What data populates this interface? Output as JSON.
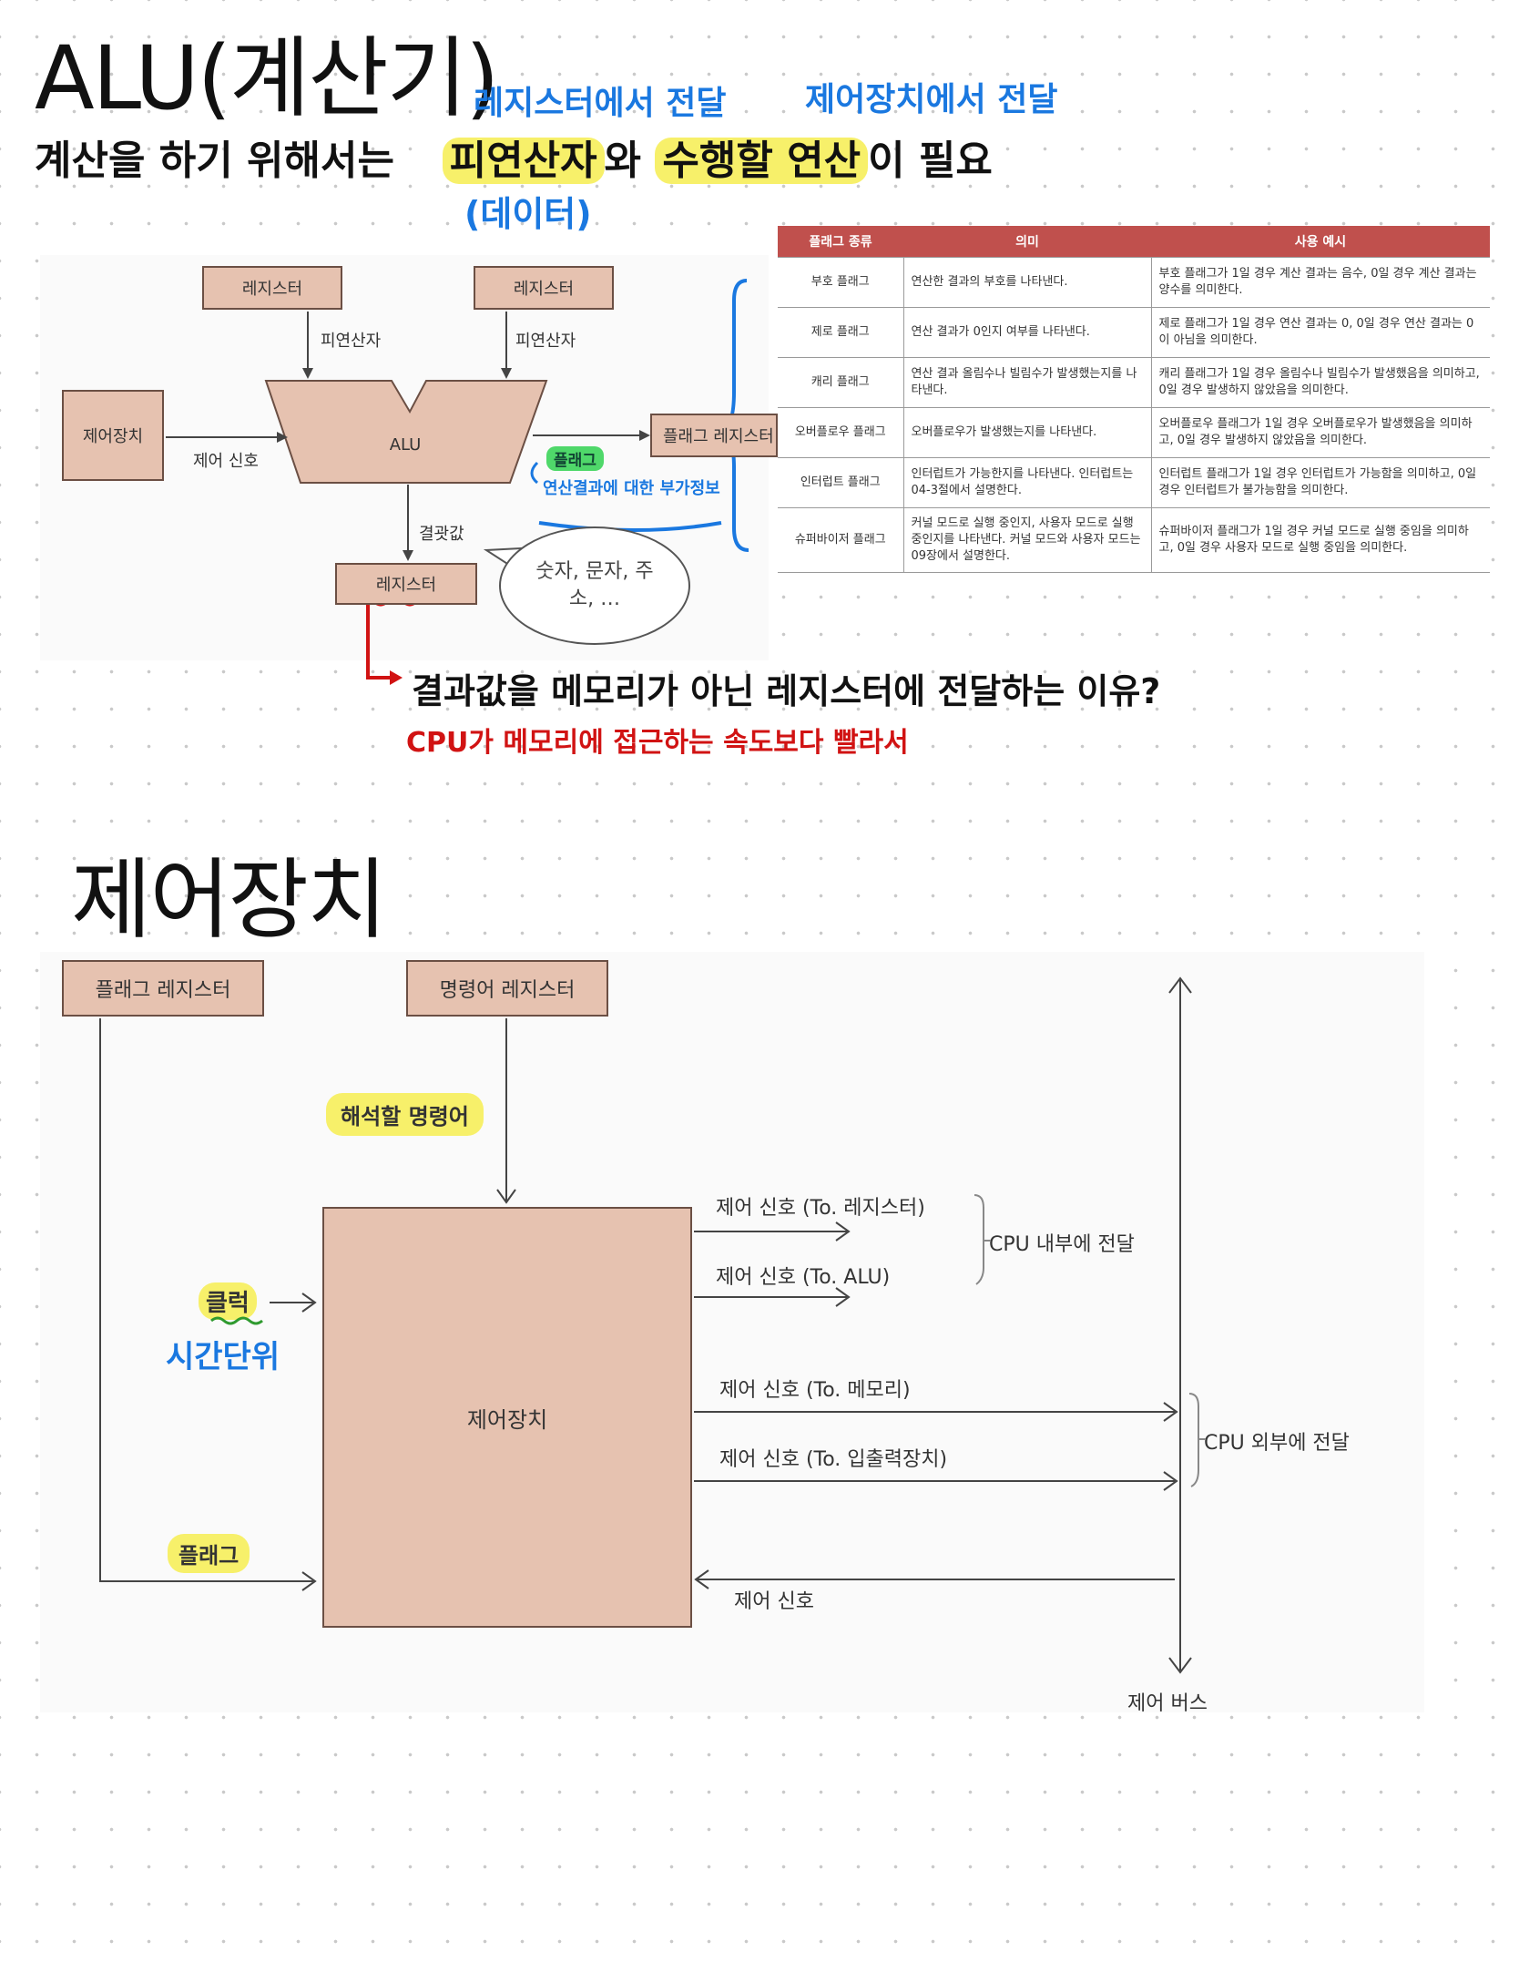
{
  "alu": {
    "title": "ALU(계산기)",
    "intro_prefix": "계산을 하기 위해서는",
    "operand": "피연산자",
    "wa": "와",
    "operation": "수행할 연산",
    "suffix": "이 필요",
    "note_register": "레지스터에서 전달",
    "note_control": "제어장치에서 전달",
    "note_data": "(데이터)"
  },
  "alu_diagram": {
    "register_left": "레지스터",
    "register_right": "레지스터",
    "operand_left": "피연산자",
    "operand_right": "피연산자",
    "control_unit": "제어장치",
    "control_signal": "제어 신호",
    "alu": "ALU",
    "flag_register": "플래그 레지스터",
    "flag_tag": "플래그",
    "flag_note": "연산결과에 대한 부가정보",
    "result_label": "결괏값",
    "result_register": "레지스터",
    "bubble_text": "숫자, 문자, 주소, …"
  },
  "question": {
    "q": "결과값을 메모리가 아닌 레지스터에 전달하는 이유?",
    "a": "CPU가 메모리에 접근하는 속도보다 빨라서"
  },
  "flag_table": {
    "headers": [
      "플래그 종류",
      "의미",
      "사용 예시"
    ],
    "rows": [
      [
        "부호 플래그",
        "연산한 결과의 부호를 나타낸다.",
        "부호 플래그가 1일 경우 계산 결과는 음수, 0일 경우 계산 결과는 양수를 의미한다."
      ],
      [
        "제로 플래그",
        "연산 결과가 0인지 여부를 나타낸다.",
        "제로 플래그가 1일 경우 연산 결과는 0, 0일 경우 연산 결과는 0이 아님을 의미한다."
      ],
      [
        "캐리 플래그",
        "연산 결과 올림수나 빌림수가 발생했는지를 나타낸다.",
        "캐리 플래그가 1일 경우 올림수나 빌림수가 발생했음을 의미하고, 0일 경우 발생하지 않았음을 의미한다."
      ],
      [
        "오버플로우 플래그",
        "오버플로우가 발생했는지를 나타낸다.",
        "오버플로우 플래그가 1일 경우 오버플로우가 발생했음을 의미하고, 0일 경우 발생하지 않았음을 의미한다."
      ],
      [
        "인터럽트 플래그",
        "인터럽트가 가능한지를 나타낸다. 인터럽트는 04-3절에서 설명한다.",
        "인터럽트 플래그가 1일 경우 인터럽트가 가능함을 의미하고, 0일 경우 인터럽트가 불가능함을 의미한다."
      ],
      [
        "슈퍼바이저 플래그",
        "커널 모드로 실행 중인지, 사용자 모드로 실행 중인지를 나타낸다. 커널 모드와 사용자 모드는 09장에서 설명한다.",
        "슈퍼바이저 플래그가 1일 경우 커널 모드로 실행 중임을 의미하고, 0일 경우 사용자 모드로 실행 중임을 의미한다."
      ]
    ]
  },
  "control": {
    "title": "제어장치",
    "flag_register": "플래그 레지스터",
    "instruction_register": "명령어 레지스터",
    "decode_note": "해석할 명령어",
    "control_unit": "제어장치",
    "clock": "클럭",
    "time_unit": "시간단위",
    "flag": "플래그",
    "sig_register": "제어 신호 (To. 레지스터)",
    "sig_alu": "제어 신호 (To. ALU)",
    "internal": "CPU 내부에 전달",
    "sig_memory": "제어 신호 (To. 메모리)",
    "sig_io": "제어 신호 (To. 입출력장치)",
    "external": "CPU 외부에 전달",
    "sig_in": "제어 신호",
    "control_bus": "제어 버스"
  },
  "colors": {
    "accent_blue": "#1a78e0",
    "accent_red": "#d11313",
    "highlight": "#f7f06a",
    "box_fill": "#e6c2b0",
    "table_header": "#c0504d"
  }
}
